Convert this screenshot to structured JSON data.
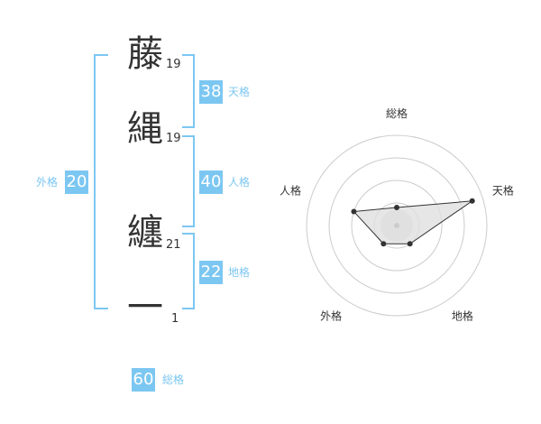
{
  "name": {
    "chars": [
      {
        "char": "藤",
        "strokes": "19"
      },
      {
        "char": "縄",
        "strokes": "19"
      },
      {
        "char": "纏",
        "strokes": "21"
      },
      {
        "char": "一",
        "strokes": "1"
      }
    ]
  },
  "scores": {
    "tenkaku": {
      "value": "38",
      "label": "天格"
    },
    "jinkaku": {
      "value": "40",
      "label": "人格"
    },
    "chikaku": {
      "value": "22",
      "label": "地格"
    },
    "gaikaku": {
      "value": "20",
      "label": "外格"
    },
    "soukaku": {
      "value": "60",
      "label": "総格"
    }
  },
  "chart_data": {
    "type": "radar",
    "axes": [
      "総格",
      "天格",
      "地格",
      "外格",
      "人格"
    ],
    "values": [
      0.2,
      0.88,
      0.25,
      0.25,
      0.5
    ],
    "rings": 4,
    "colors": {
      "ring": "#cccccc",
      "fill": "#e0e0e0",
      "line": "#333333",
      "center": "#cccccc"
    }
  }
}
